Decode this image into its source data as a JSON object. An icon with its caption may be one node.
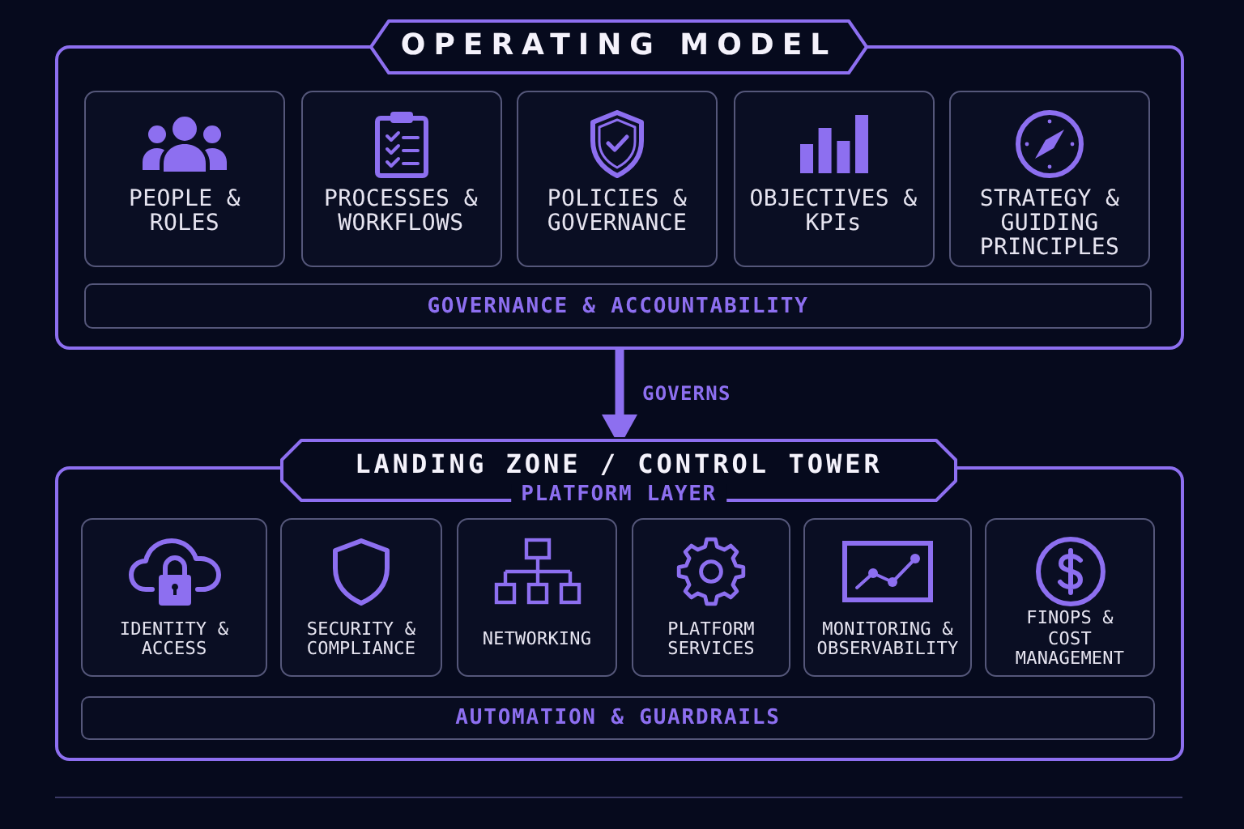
{
  "diagram": {
    "nodes": [
      {
        "text": [
          "OPERATING MODEL"
        ]
      },
      {
        "text": [
          "PEOPLE & ROLES"
        ],
        "in": 0
      },
      {
        "text": [
          "PROCESSES & WORKFLOWS"
        ],
        "in": 0
      },
      {
        "text": [
          "POLICIES & GOVERNANCE"
        ],
        "in": 0
      },
      {
        "text": [
          "OBJECTIVES & KPIs"
        ],
        "in": 0
      },
      {
        "text": [
          "STRATEGY & GUIDING PRINCIPLES"
        ],
        "in": 0
      },
      {
        "text": [
          "GOVERNANCE & ACCOUNTABILITY"
        ],
        "in": 0
      },
      {
        "text": [
          "LANDING ZONE / CONTROL TOWER",
          "PLATFORM LAYER"
        ]
      },
      {
        "text": [
          "IDENTITY & ACCESS"
        ],
        "in": 7
      },
      {
        "text": [
          "SECURITY & COMPLIANCE"
        ],
        "in": 7
      },
      {
        "text": [
          "NETWORKING"
        ],
        "in": 7
      },
      {
        "text": [
          "PLATFORM SERVICES"
        ],
        "in": 7
      },
      {
        "text": [
          "MONITORING & OBSERVABILITY"
        ],
        "in": 7
      },
      {
        "text": [
          "FINOPS & COST MANAGEMENT"
        ],
        "in": 7
      },
      {
        "text": [
          "AUTOMATION & GUARDRAILS"
        ],
        "in": 7
      }
    ],
    "edges": [
      {
        "from": 0,
        "to": 7,
        "arrow": "to",
        "label": "GOVERNS"
      }
    ]
  }
}
